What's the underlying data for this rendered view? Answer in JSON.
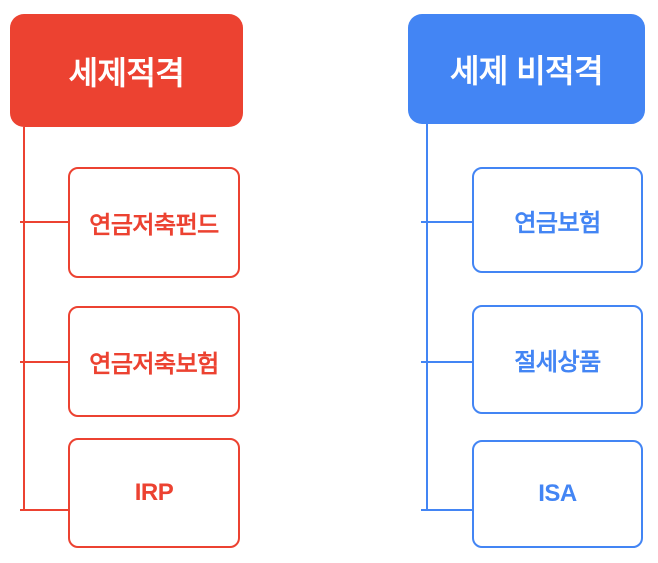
{
  "trees": [
    {
      "name": "tax-qualified",
      "accent_color": "#EC4231",
      "text_color_root": "#FFFFFF",
      "root_label": "세제적격",
      "children": [
        "연금저축펀드",
        "연금저축보험",
        "IRP"
      ]
    },
    {
      "name": "tax-non-qualified",
      "accent_color": "#4385F4",
      "text_color_root": "#FFFFFF",
      "root_label": "세제 비적격",
      "children": [
        "연금보험",
        "절세상품",
        "ISA"
      ]
    }
  ]
}
